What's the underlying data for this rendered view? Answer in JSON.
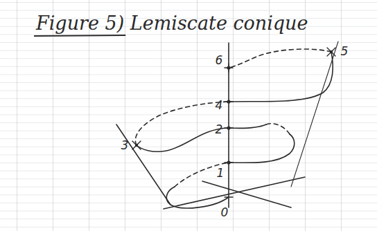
{
  "diagram": {
    "title": "Figure 5) Lemiscate conique",
    "labels": [
      "5",
      "6",
      "4",
      "2",
      "3",
      "1",
      "0"
    ]
  }
}
